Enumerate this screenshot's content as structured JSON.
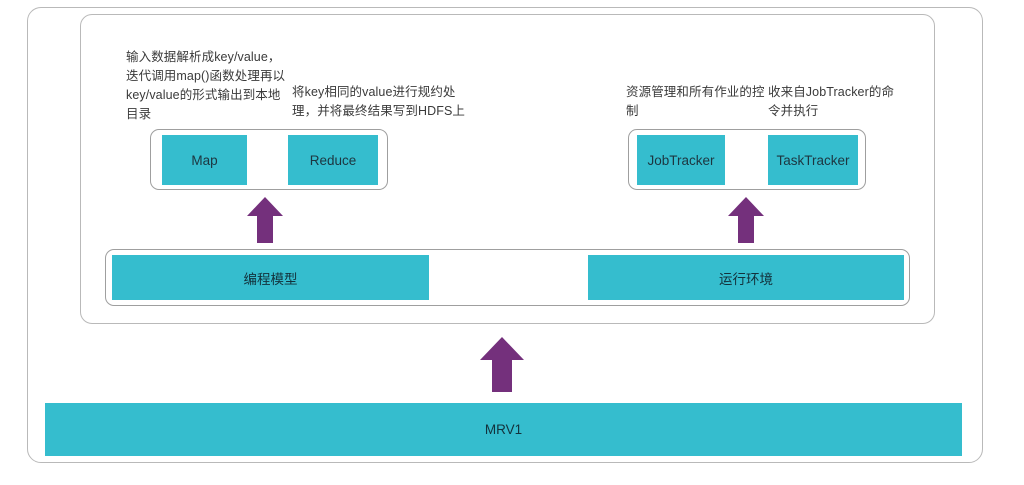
{
  "diagram": {
    "title": "MRV1 architecture",
    "colors": {
      "teal": "#35bdce",
      "purple": "#74307c",
      "frame_border": "#b9b9b9",
      "text": "#3a3a3a"
    },
    "captions": {
      "map": "输入数据解析成key/value，迭代调用map()函数处理再以key/value的形式输出到本地目录",
      "reduce": "将key相同的value进行规约处理，并将最终结果写到HDFS上",
      "jobtracker": "资源管理和所有作业的控制",
      "tasktracker": "收来自JobTracker的命令并执行"
    },
    "tiles": {
      "map": "Map",
      "reduce": "Reduce",
      "jobtracker": "JobTracker",
      "tasktracker": "TaskTracker"
    },
    "bands": {
      "programming_model": "编程模型",
      "runtime_environment": "运行环境"
    },
    "bottom_bar": {
      "label": "MRV1"
    },
    "arrows": [
      {
        "name": "arrow-up-programming-model",
        "direction": "up"
      },
      {
        "name": "arrow-up-runtime-environment",
        "direction": "up"
      },
      {
        "name": "arrow-up-mrv1",
        "direction": "up"
      }
    ]
  }
}
